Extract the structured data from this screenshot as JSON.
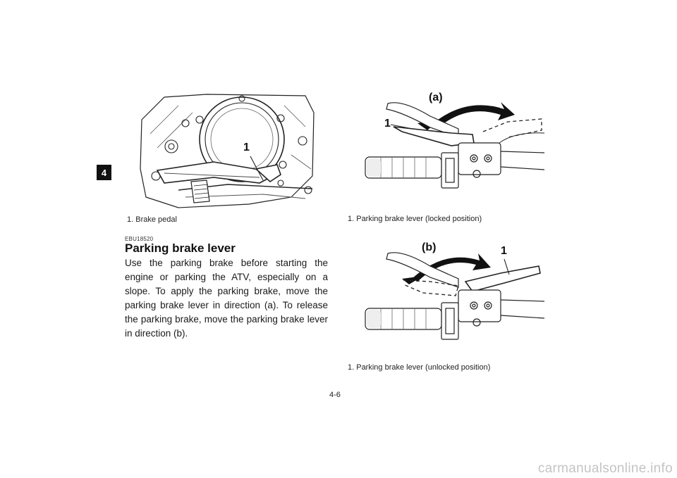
{
  "section_tab": "4",
  "figures": {
    "brake_pedal": {
      "callout": "1",
      "caption": "1.  Brake pedal"
    },
    "locked": {
      "direction_label": "(a)",
      "callout": "1",
      "caption": "1.  Parking brake lever (locked position)"
    },
    "unlocked": {
      "direction_label": "(b)",
      "callout": "1",
      "caption": "1.  Parking brake lever (unlocked position)"
    }
  },
  "section": {
    "code": "EBU18520",
    "heading": "Parking brake lever",
    "body": "Use the parking brake before starting the engine or parking the ATV, especially on a slope. To apply the parking brake, move the parking brake lever in direction (a). To release the parking brake, move the parking brake lever in direction (b)."
  },
  "page_number": "4-6",
  "watermark": "carmanualsonline.info"
}
